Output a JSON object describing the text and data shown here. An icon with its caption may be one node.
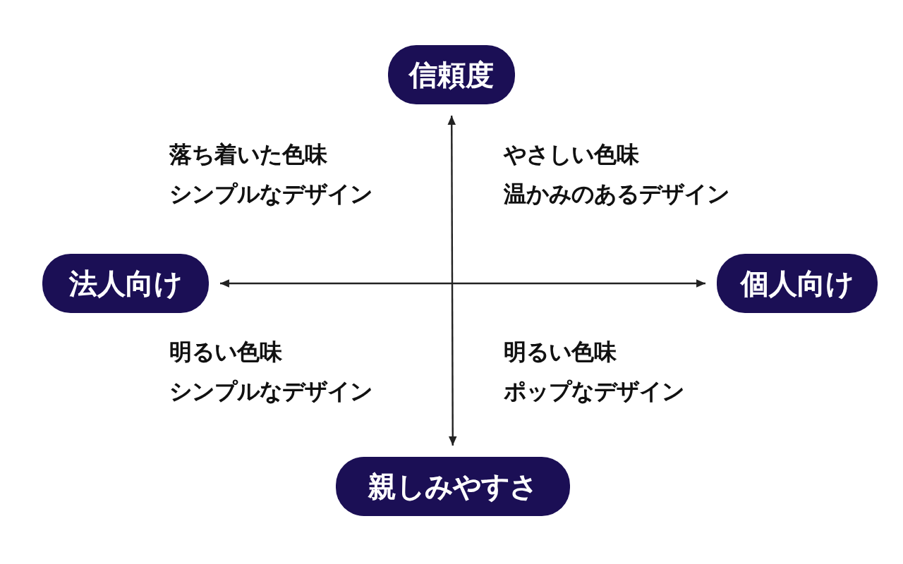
{
  "diagram": {
    "nodes": [
      {
        "text": [
          "信頼度"
        ]
      },
      {
        "text": [
          "法人向け"
        ]
      },
      {
        "text": [
          "個人向け"
        ]
      },
      {
        "text": [
          "親しみやすさ"
        ]
      }
    ],
    "edges": [
      {
        "from": 0,
        "to": 3,
        "arrow": "both"
      },
      {
        "from": 1,
        "to": 2,
        "arrow": "both"
      }
    ],
    "labels": [
      "落ち着いた色味",
      "シンプルなデザイン",
      "やさしい色味",
      "温かみのあるデザイン",
      "明るい色味",
      "シンプルなデザイン",
      "明るい色味",
      "ポップなデザイン"
    ]
  }
}
